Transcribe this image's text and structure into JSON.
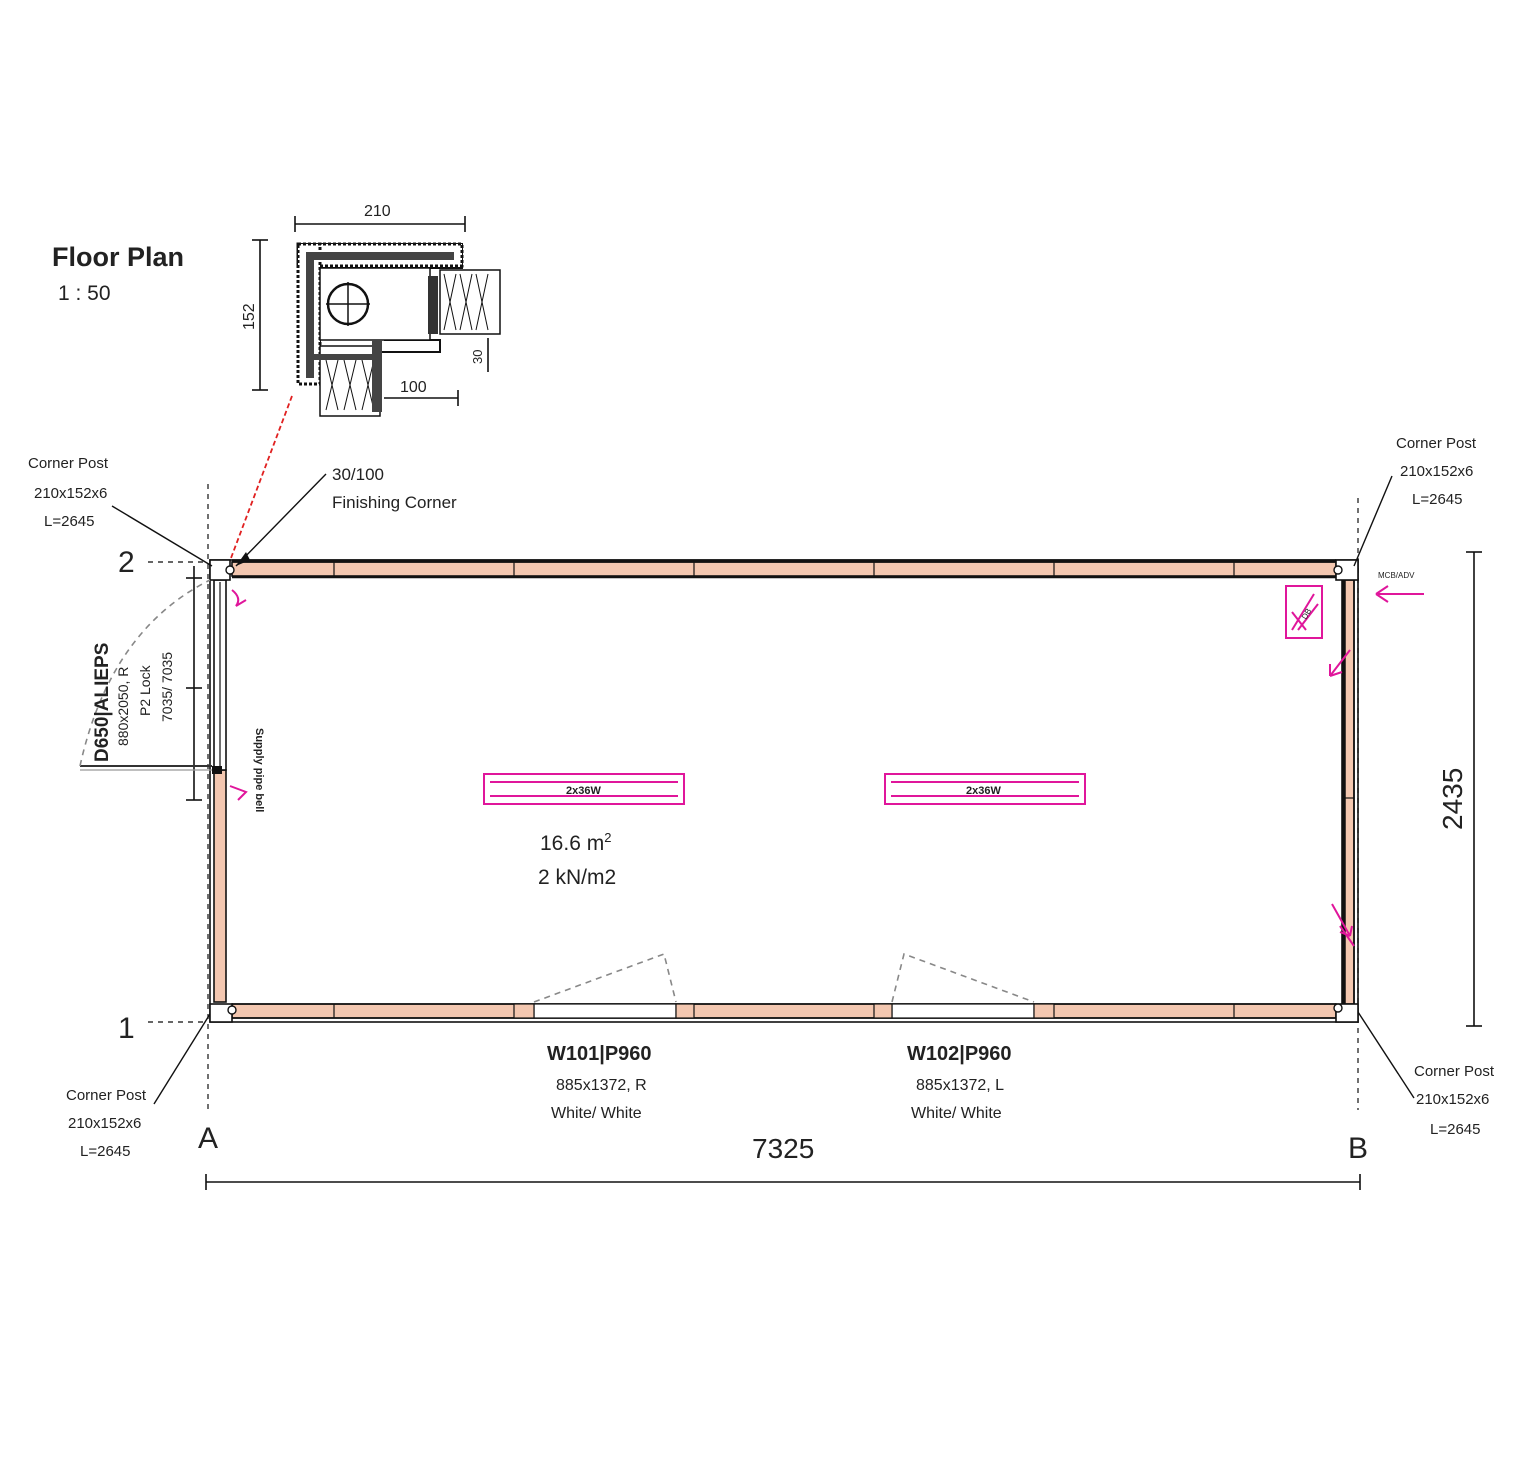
{
  "title": {
    "name": "Floor Plan",
    "scale": "1 : 50"
  },
  "detail": {
    "width_dim": "210",
    "height_dim": "152",
    "inner_dim": "100",
    "small_dim": "30"
  },
  "corner_posts": {
    "label": "Corner Post",
    "size": "210x152x6",
    "length": "L=2645"
  },
  "finishing_corner": {
    "size": "30/100",
    "label": "Finishing Corner"
  },
  "door": {
    "tag": "D650|ALIEPS",
    "size": "880x2050, R",
    "lock": "P2 Lock",
    "color": "7035/ 7035",
    "side_label": "Supply pipe bell"
  },
  "windows": [
    {
      "id": "W101|P960",
      "size": "885x1372, R",
      "color": "White/ White"
    },
    {
      "id": "W102|P960",
      "size": "885x1372, L",
      "color": "White/ White"
    }
  ],
  "lights": [
    "2x36W",
    "2x36W"
  ],
  "room": {
    "area": "16.6 m",
    "area_sup": "2",
    "load": "2 kN/m2"
  },
  "dimensions": {
    "length": "7325",
    "width": "2435"
  },
  "grid": {
    "left": "A",
    "right": "B",
    "bottom": "1",
    "top": "2"
  },
  "electrical": {
    "entry_label": "MCB/ADV",
    "panel_label": "DB"
  },
  "colors": {
    "wall_fill": "#f3c7b0",
    "electrical": "#e0169b",
    "line": "#111111"
  }
}
